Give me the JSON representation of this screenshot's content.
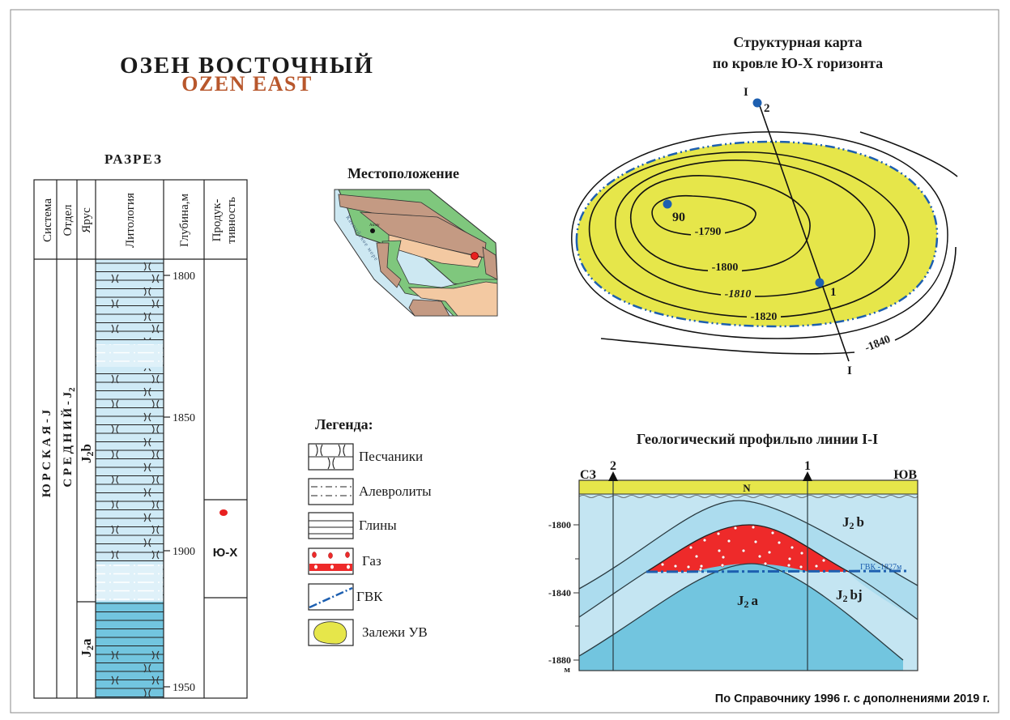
{
  "header": {
    "title_ru": "ОЗЕН ВОСТОЧНЫЙ",
    "title_en": "OZEN EAST"
  },
  "section": {
    "title": "РАЗРЕЗ",
    "columns": [
      "Система",
      "Отдел",
      "Ярус",
      "Литология",
      "Глубина,м",
      "Продук-",
      "тивность"
    ],
    "system": "Ю Р С К А Я - J",
    "series": "С Р Е Д Н И Й - J",
    "series_sub": "2",
    "stages": [
      {
        "main": "J",
        "sub": "2",
        "suffix": "b"
      },
      {
        "main": "J",
        "sub": "2",
        "suffix": "a"
      }
    ],
    "depths": [
      "1800",
      "1850",
      "1900",
      "1950"
    ],
    "productive_horizon": "Ю-Х"
  },
  "location": {
    "title": "Местоположение",
    "sea_label": "Каспийское море",
    "city_label": "Актау"
  },
  "legend": {
    "title": "Легенда:",
    "items": [
      "Песчаники",
      "Алевролиты",
      "Глины",
      "Газ",
      "ГВК",
      "Залежи УВ"
    ]
  },
  "structural_map": {
    "title_line1": "Структурная карта",
    "title_line2": "по кровле Ю-Х горизонта",
    "contours": [
      "-1790",
      "-1800",
      "-1810",
      "-1820",
      "-1840"
    ],
    "wells": [
      "2",
      "90",
      "1"
    ],
    "line_label": "I"
  },
  "profile": {
    "title": "Геологический профильпо линии I-I",
    "left_dir": "СЗ",
    "right_dir": "ЮВ",
    "wells": [
      "2",
      "1"
    ],
    "top_layer": "N",
    "depth_ticks": [
      "-1800",
      "-1840",
      "-1880"
    ],
    "depth_unit": "м",
    "units": [
      {
        "main": "J",
        "sub": "2",
        "suffix": "b"
      },
      {
        "main": "J",
        "sub": "2",
        "suffix": "a"
      },
      {
        "main": "J",
        "sub": "2",
        "suffix": "bj"
      }
    ],
    "gwc_label": "ГВК -1827м"
  },
  "footer": "По Справочнику 1996 г. с дополнениями 2019 г.",
  "colors": {
    "accent": "#b8572c",
    "yellow": "#e6e64a",
    "gas": "#ee2a2a",
    "gwc": "#1d5fb0",
    "light_blue": "#cfeaf6",
    "deep_blue": "#72c5df"
  }
}
